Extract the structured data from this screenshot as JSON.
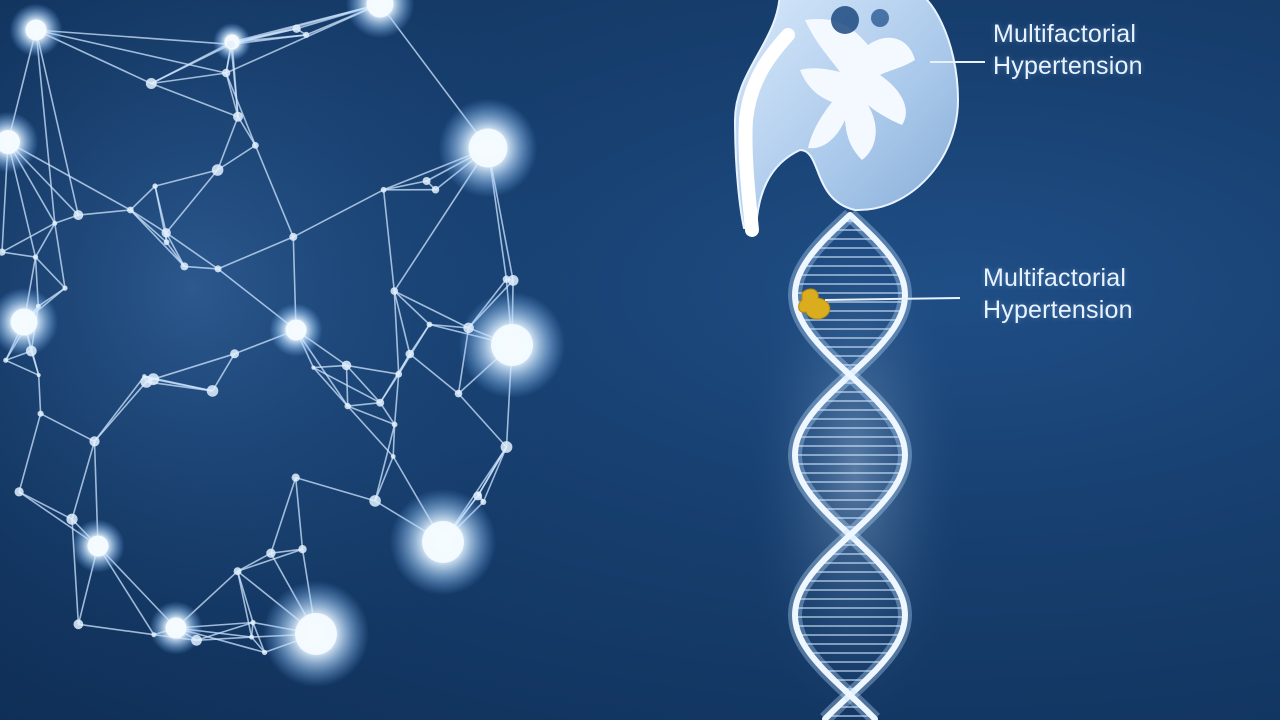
{
  "labels": {
    "kidney": {
      "line1": "Multifactorial",
      "line2": "Hypertension"
    },
    "gene": {
      "line1": "Multifactorial",
      "line2": "Hypertension"
    }
  },
  "colors": {
    "background": "#173f6f",
    "network_line": "#cfe6ff",
    "node_glow": "#eaf6ff",
    "kidney_fill": "#b9d3ee",
    "dna": "#dfeeff",
    "gene_marker": "#d9ad1d"
  },
  "icons": {
    "network": "gene-network-icon",
    "kidney": "kidney-icon",
    "dna": "dna-helix-icon",
    "marker": "gene-marker-icon"
  }
}
